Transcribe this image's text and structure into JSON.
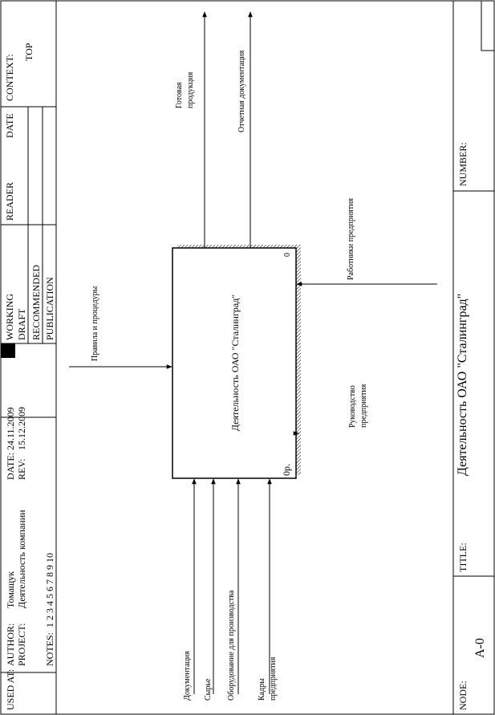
{
  "frame": {
    "used_at": "USED AT:",
    "author_label": "AUTHOR:",
    "author": "Томащук",
    "project_label": "PROJECT:",
    "project": "Деятельность компании",
    "notes_label": "NOTES:",
    "notes": "1 2 3 4 5 6 7 8 9 10",
    "date_label": "DATE:",
    "date": "24.11.2009",
    "rev_label": "REV:",
    "rev": "15.12.2009",
    "status": [
      "WORKING",
      "DRAFT",
      "RECOMMENDED",
      "PUBLICATION"
    ],
    "reader": "READER",
    "date2": "DATE",
    "context_label": "CONTEXT:",
    "context": "TOP",
    "node_label": "NODE:",
    "node": "A-0",
    "title_label": "TITLE:",
    "title": "Деятельность ОАО \"Сталинград\"",
    "number_label": "NUMBER:"
  },
  "activity": {
    "name": "Деятельность ОАО \"Сталинград\"",
    "number": "0",
    "cost": "0р."
  },
  "arrows": {
    "control": "Правила и процедуры",
    "outputs": [
      [
        "Готовая",
        "продукция"
      ],
      [
        "Отчетная документация"
      ]
    ],
    "inputs": [
      [
        "Документация"
      ],
      [
        "Сырье"
      ],
      [
        "Оборудование для производства"
      ],
      [
        "Кадры",
        "предприятия"
      ]
    ],
    "mechanisms": [
      [
        "Работники предприятия"
      ],
      [
        "Руководство",
        "предприятия"
      ]
    ]
  }
}
